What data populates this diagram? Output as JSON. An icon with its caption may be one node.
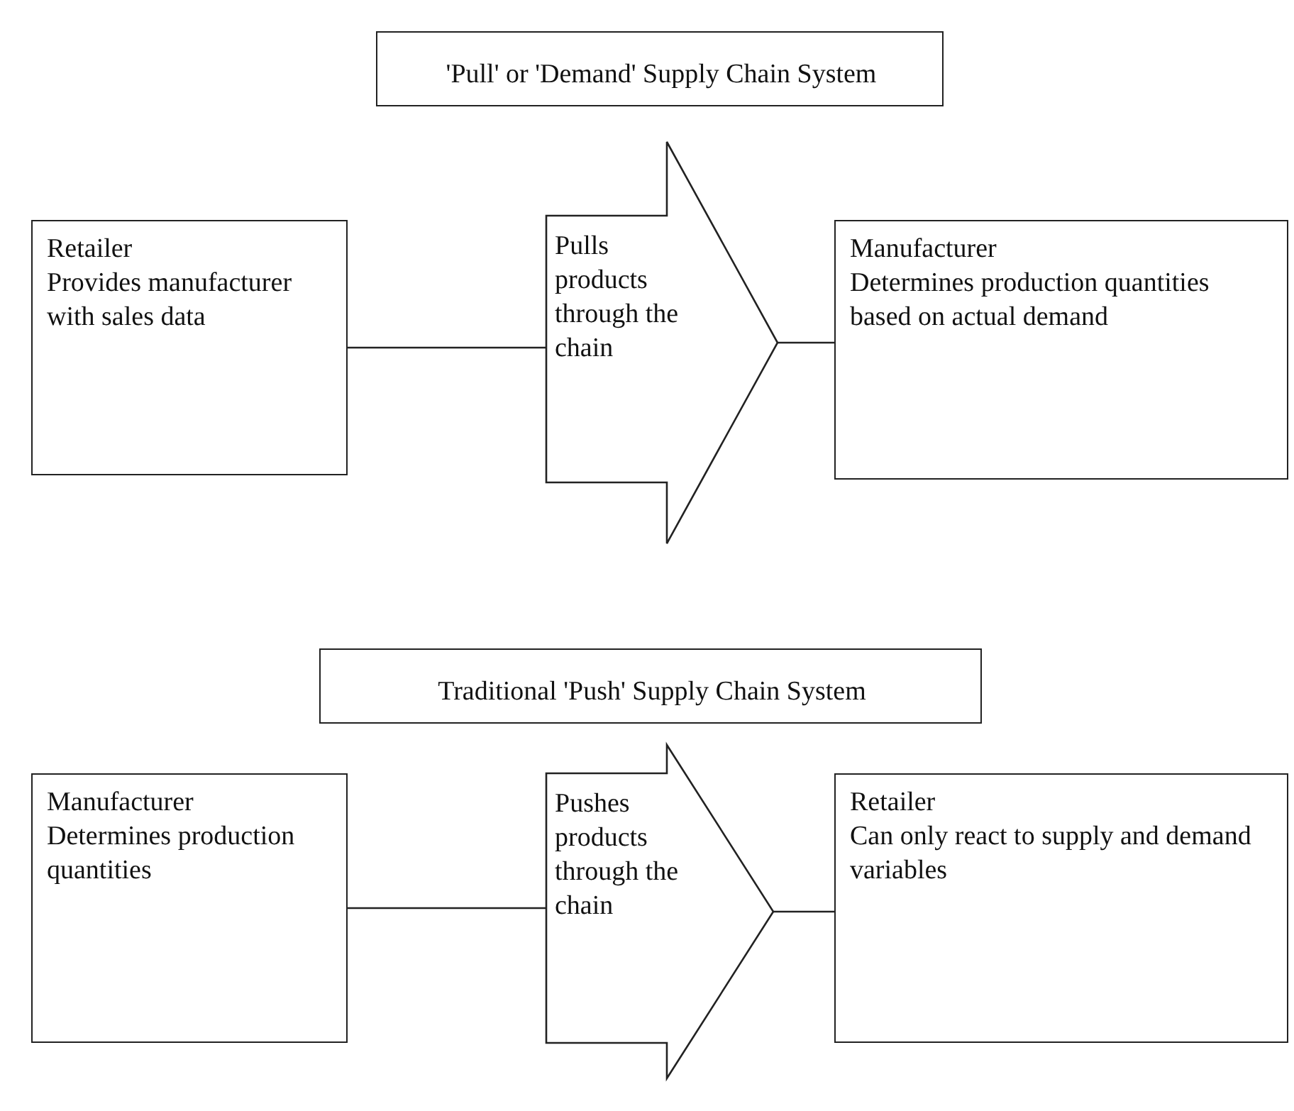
{
  "diagram": {
    "nodes": [
      {
        "text": [
          "'Pull' or 'Demand' Supply Chain System"
        ]
      },
      {
        "text": [
          "Retailer",
          "Provides manufacturer with sales data"
        ]
      },
      {
        "text": [
          "Pulls products through the chain"
        ]
      },
      {
        "text": [
          "Manufacturer",
          "Determines production quantities based on actual demand"
        ]
      },
      {
        "text": [
          "Traditional 'Push' Supply Chain System"
        ]
      },
      {
        "text": [
          "Manufacturer",
          "Determines production quantities"
        ]
      },
      {
        "text": [
          "Pushes products through the chain"
        ]
      },
      {
        "text": [
          "Retailer",
          "Can only react to supply and demand variables"
        ]
      }
    ],
    "edges": [
      {
        "from": 1,
        "to": 2,
        "arrow": "none"
      },
      {
        "from": 2,
        "to": 3,
        "arrow": "none"
      },
      {
        "from": 5,
        "to": 6,
        "arrow": "none"
      },
      {
        "from": 6,
        "to": 7,
        "arrow": "none"
      }
    ]
  }
}
